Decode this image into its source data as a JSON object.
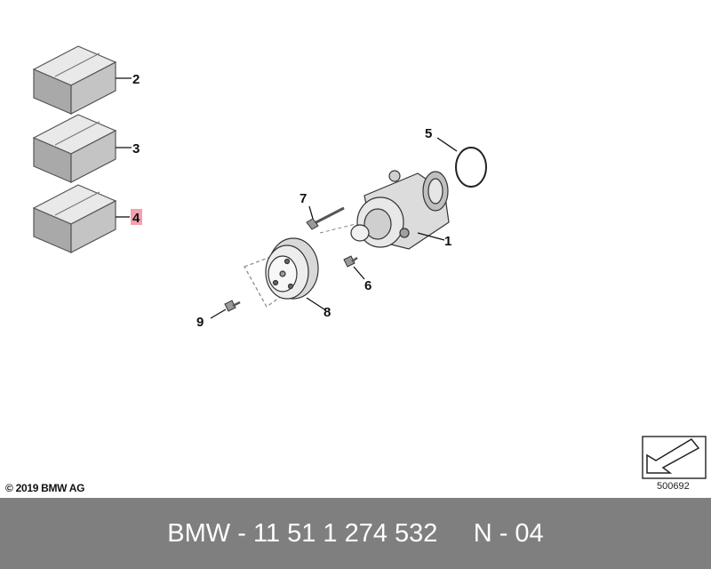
{
  "diagram": {
    "callouts": [
      "1",
      "2",
      "3",
      "4",
      "5",
      "6",
      "7",
      "8",
      "9"
    ],
    "highlighted_callout": "4"
  },
  "copyright": "© 2019 BMW AG",
  "reference_number": "500692",
  "footer": {
    "part_label": "BMW - 11 51 1 274 532     N - 04"
  },
  "colors": {
    "footer_bg": "#7f7f7f",
    "highlight": "#f4a0ae",
    "box_face": "#bdbdbd"
  }
}
